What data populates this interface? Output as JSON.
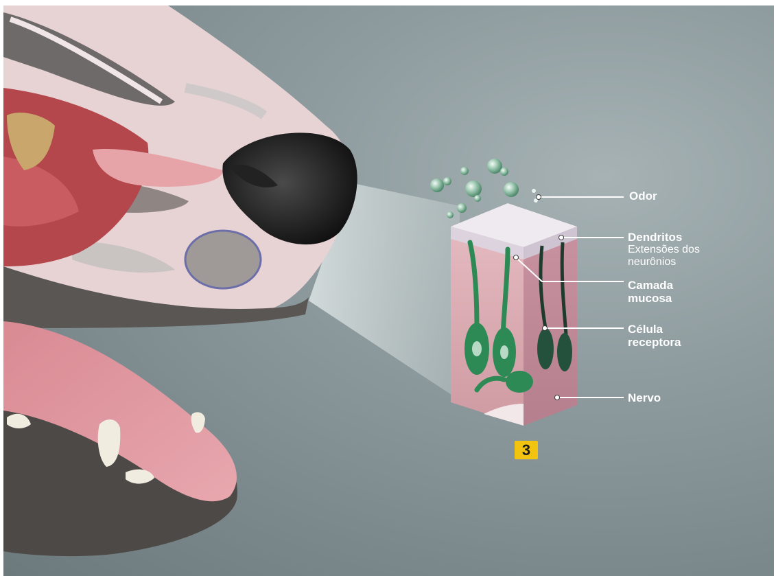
{
  "labels": {
    "odor": "Odor",
    "dendritos": "Dendritos",
    "dendritos_sub_1": "Extensões dos",
    "dendritos_sub_2": "neurônios",
    "camada_1": "Camada",
    "camada_2": "mucosa",
    "celula_1": "Célula",
    "celula_2": "receptora",
    "nervo": "Nervo"
  },
  "step_number": "3",
  "colors": {
    "badge": "#f2c40f",
    "label_text": "#ffffff",
    "receptor_cell": "#2e8a55",
    "tissue": "#d9a9b0"
  }
}
